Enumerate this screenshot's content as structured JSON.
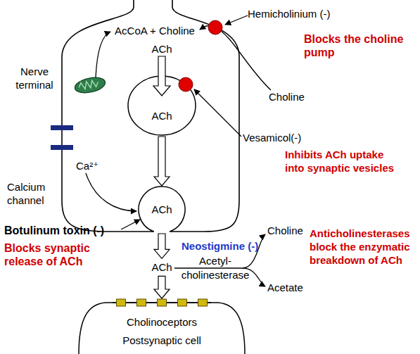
{
  "diagram": {
    "nodes": [
      {
        "text": [
          "Nerve terminal"
        ]
      },
      {
        "text": [
          "ACh"
        ],
        "in": 0
      },
      {
        "text": [
          "ACh"
        ],
        "in": 0
      },
      {
        "text": [
          "Cholinoceptors",
          "Postsynaptic cell"
        ]
      }
    ],
    "edges": [
      {
        "from": 1,
        "to": 2,
        "arrow": "to"
      },
      {
        "from": 2,
        "to": 3,
        "arrow": "to",
        "label": "ACh"
      }
    ],
    "labels": [
      "Hemicholinium (-)",
      "AcCoA + Choline",
      "Blocks the choline pump",
      "ACh",
      "Choline",
      "Vesamicol(-)",
      "Inhibits ACh uptake into synaptic vesicles",
      "Ca²⁺",
      "Calcium channel",
      "Botulinum toxin (-)",
      "Blocks synaptic release of ACh",
      "Choline",
      "Neostigmine (-)",
      "Anticholinesterases block the enzymatic breakdown of ACh",
      "Acetyl- cholinesterase",
      "Acetate"
    ]
  }
}
